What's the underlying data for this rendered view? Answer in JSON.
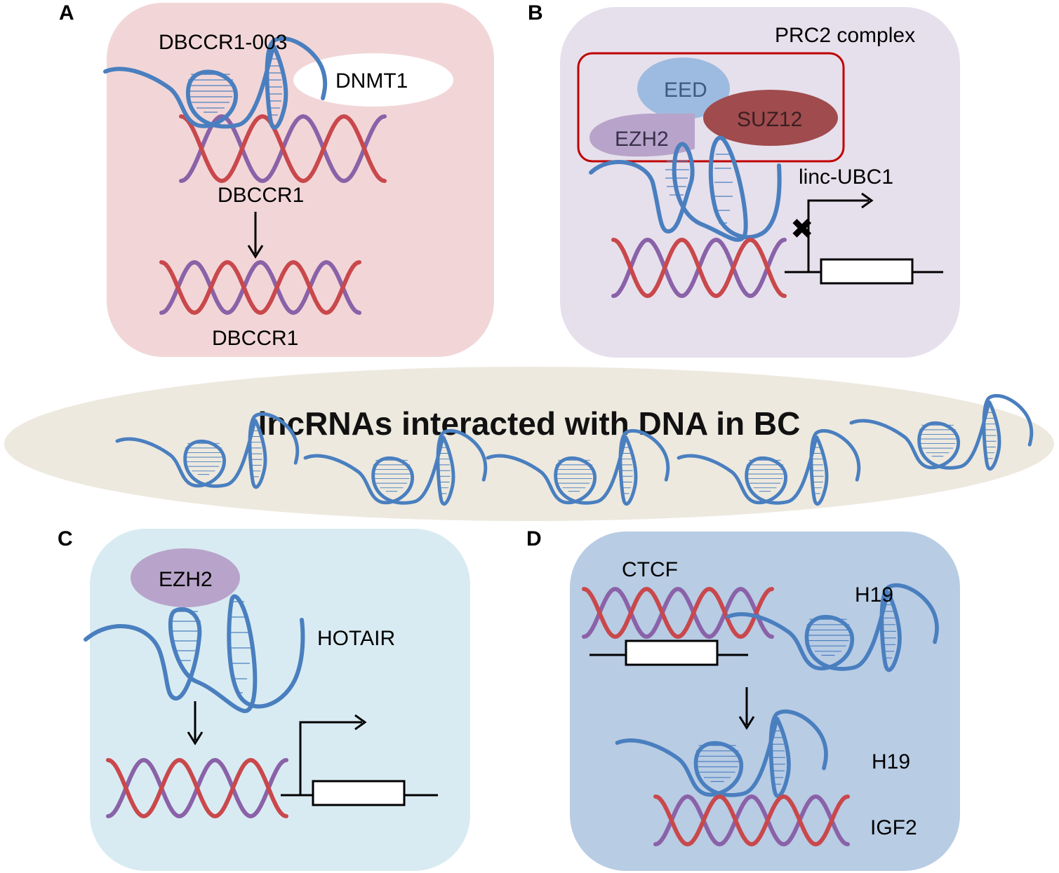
{
  "panel_labels": {
    "a": "A",
    "b": "B",
    "c": "C",
    "d": "D"
  },
  "panel_a": {
    "rna_label": "DBCCR1-003",
    "protein_label": "DNMT1",
    "dna_label_top": "DBCCR1",
    "dna_label_bottom": "DBCCR1"
  },
  "panel_b": {
    "complex_label": "PRC2 complex",
    "proteins": {
      "eed": "EED",
      "suz12": "SUZ12",
      "ezh2": "EZH2"
    },
    "gene_label": "linc-UBC1"
  },
  "center": {
    "title": "lncRNAs interacted with DNA in BC"
  },
  "panel_c": {
    "protein_label": "EZH2",
    "rna_label": "HOTAIR"
  },
  "panel_d": {
    "protein_label": "CTCF",
    "rna_label_top": "H19",
    "rna_label_bottom": "H19",
    "gene_label": "IGF2"
  },
  "colors": {
    "panel_a_bg": "#f2d6d7",
    "panel_b_bg": "#e6e0ec",
    "panel_c_bg": "#d9ebf2",
    "panel_d_bg": "#b8cce4",
    "ellipse_bg": "#ede9df",
    "rna": "#4a7fbf",
    "dna_strand_1": "#c9484c",
    "dna_strand_2": "#8a62a8",
    "eed": "#9dbbe0",
    "suz12": "#a04b4e",
    "ezh2": "#b8a4ca",
    "prc2_box": "#c00000"
  }
}
